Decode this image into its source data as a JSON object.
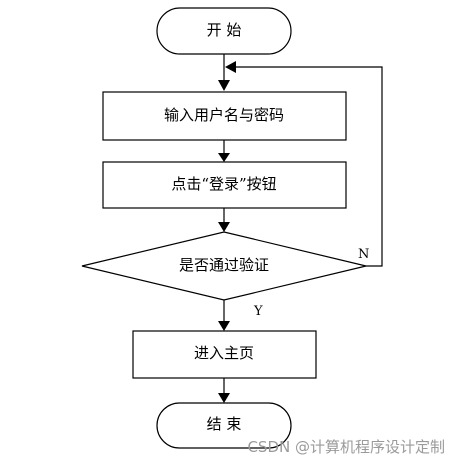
{
  "nodes": {
    "start": "开 始",
    "input": "输入用户名与密码",
    "click": "点击“登录”按钮",
    "decision": "是否通过验证",
    "home": "进入主页",
    "end": "结 束"
  },
  "branches": {
    "yes": "Y",
    "no": "N"
  },
  "watermark": "CSDN @计算机程序设计定制"
}
